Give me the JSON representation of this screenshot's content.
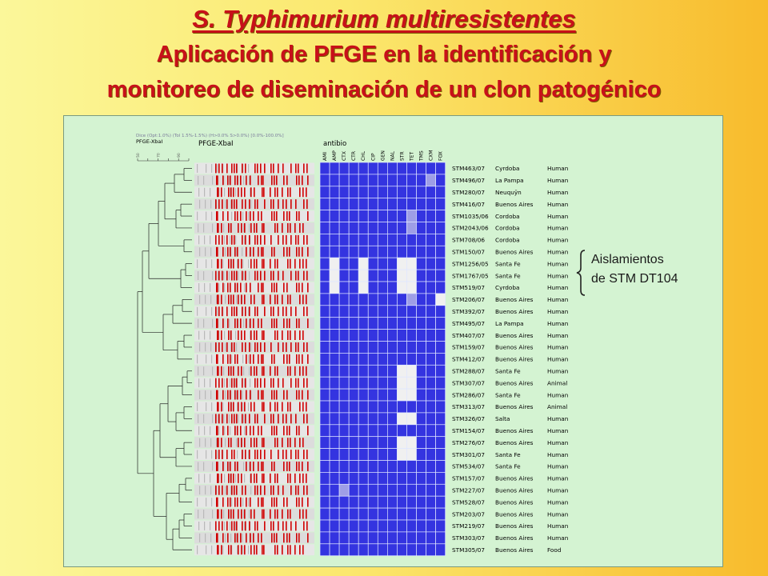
{
  "titles": {
    "line1": "S. Typhimurium multiresistentes",
    "line2": "Aplicación de PFGE en la identificación y",
    "line3": "monitoreo de diseminación de un clon patogénico"
  },
  "figure": {
    "settings_text": "Dice (Opt:1.0%) (Tol 1.5%-1.5%) (H>0.0% S>0.0%) [0.0%-100.0%]",
    "dendro_label": "PFGE-XbaI",
    "scale_ticks": [
      "50",
      "60",
      "70",
      "80",
      "90",
      "100"
    ],
    "gel_label": "PFGE-XbaI",
    "matrix_label": "antibio",
    "antibiotics": [
      "AMI",
      "AMP",
      "CTX",
      "CTR",
      "CHL",
      "CIP",
      "GEN",
      "NAL",
      "STR",
      "TET",
      "TMS",
      "CXM",
      "FOX"
    ],
    "colors": {
      "resistant": "#3434e0",
      "susceptible": "#f0f0f0",
      "intermediate": "#9e9ee6",
      "band": "#d00000"
    },
    "isolates": [
      {
        "id": "STM463/07",
        "place": "Cyrdoba",
        "source": "Human",
        "matrix": "0000000000000"
      },
      {
        "id": "STM496/07",
        "place": "La Pampa",
        "source": "Human",
        "matrix": "0000000000020"
      },
      {
        "id": "STM280/07",
        "place": "Neuquÿn",
        "source": "Human",
        "matrix": "0000000000000"
      },
      {
        "id": "STM416/07",
        "place": "Buenos Aires",
        "source": "Human",
        "matrix": "0000000000000"
      },
      {
        "id": "STM1035/06",
        "place": "Cordoba",
        "source": "Human",
        "matrix": "0000000002000"
      },
      {
        "id": "STM2043/06",
        "place": "Cordoba",
        "source": "Human",
        "matrix": "0000000002000"
      },
      {
        "id": "STM708/06",
        "place": "Cordoba",
        "source": "Human",
        "matrix": "0000000000000"
      },
      {
        "id": "STM150/07",
        "place": "Buenos Aires",
        "source": "Human",
        "matrix": "0000000000000"
      },
      {
        "id": "STM1256/05",
        "place": "Santa Fe",
        "source": "Human",
        "matrix": "0100100011000"
      },
      {
        "id": "STM1767/05",
        "place": "Santa Fe",
        "source": "Human",
        "matrix": "0100100011000"
      },
      {
        "id": "STM519/07",
        "place": "Cyrdoba",
        "source": "Human",
        "matrix": "0100100011000"
      },
      {
        "id": "STM206/07",
        "place": "Buenos Aires",
        "source": "Human",
        "matrix": "0000000002001"
      },
      {
        "id": "STM392/07",
        "place": "Buenos Aires",
        "source": "Human",
        "matrix": "0000000000000"
      },
      {
        "id": "STM495/07",
        "place": "La Pampa",
        "source": "Human",
        "matrix": "0000000000000"
      },
      {
        "id": "STM407/07",
        "place": "Buenos Aires",
        "source": "Human",
        "matrix": "0000000000000"
      },
      {
        "id": "STM159/07",
        "place": "Buenos Aires",
        "source": "Human",
        "matrix": "0000000000000"
      },
      {
        "id": "STM412/07",
        "place": "Buenos Aires",
        "source": "Human",
        "matrix": "0000000000000"
      },
      {
        "id": "STM288/07",
        "place": "Santa Fe",
        "source": "Human",
        "matrix": "0000000011000"
      },
      {
        "id": "STM307/07",
        "place": "Buenos Aires",
        "source": "Animal",
        "matrix": "0000000011000"
      },
      {
        "id": "STM286/07",
        "place": "Santa Fe",
        "source": "Human",
        "matrix": "0000000011000"
      },
      {
        "id": "STM313/07",
        "place": "Buenos Aires",
        "source": "Animal",
        "matrix": "0000000000000"
      },
      {
        "id": "STM326/07",
        "place": "Salta",
        "source": "Human",
        "matrix": "0000000011000"
      },
      {
        "id": "STM154/07",
        "place": "Buenos Aires",
        "source": "Human",
        "matrix": "0000000000000"
      },
      {
        "id": "STM276/07",
        "place": "Buenos Aires",
        "source": "Human",
        "matrix": "0000000011000"
      },
      {
        "id": "STM301/07",
        "place": "Santa Fe",
        "source": "Human",
        "matrix": "0000000011000"
      },
      {
        "id": "STM534/07",
        "place": "Santa Fe",
        "source": "Human",
        "matrix": "0000000000000"
      },
      {
        "id": "STM157/07",
        "place": "Buenos Aires",
        "source": "Human",
        "matrix": "0000000000000"
      },
      {
        "id": "STM227/07",
        "place": "Buenos Aires",
        "source": "Human",
        "matrix": "0020000000000"
      },
      {
        "id": "STM528/07",
        "place": "Buenos Aires",
        "source": "Human",
        "matrix": "0000000000000"
      },
      {
        "id": "STM203/07",
        "place": "Buenos Aires",
        "source": "Human",
        "matrix": "0000000000000"
      },
      {
        "id": "STM219/07",
        "place": "Buenos Aires",
        "source": "Human",
        "matrix": "0000000000000"
      },
      {
        "id": "STM303/07",
        "place": "Buenos Aires",
        "source": "Human",
        "matrix": "0000000000000"
      },
      {
        "id": "STM305/07",
        "place": "Buenos Aires",
        "source": "Food",
        "matrix": "0000000000000"
      }
    ]
  },
  "annotation": {
    "line1": "Aislamientos",
    "line2": "de STM DT104"
  }
}
